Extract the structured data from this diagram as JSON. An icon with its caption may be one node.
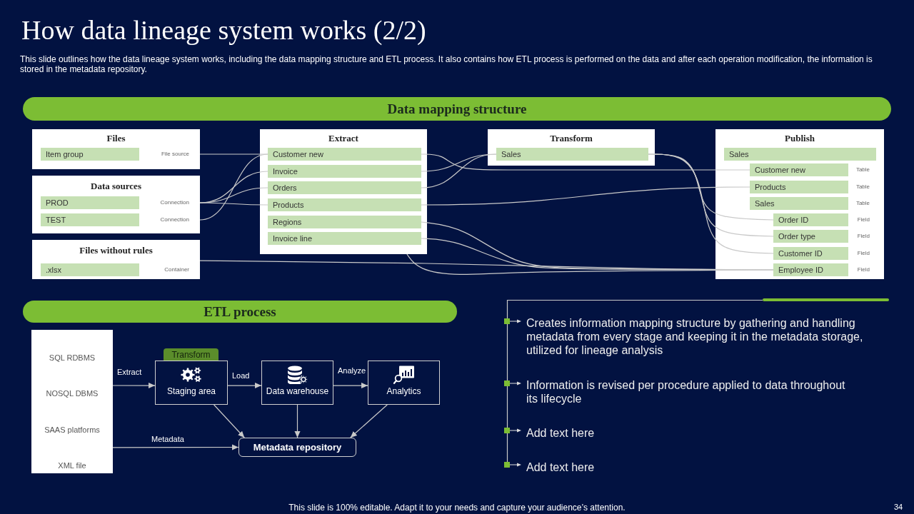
{
  "diagram": {
    "title": "How data lineage system works (2/2)",
    "nodes": [
      {
        "text": [
          "Data mapping structure"
        ]
      },
      {
        "text": [
          "Files"
        ]
      },
      {
        "text": [
          "Item group",
          "File source"
        ],
        "in": 1
      },
      {
        "text": [
          "Data sources"
        ]
      },
      {
        "text": [
          "PROD",
          "Connection"
        ],
        "in": 3
      },
      {
        "text": [
          "TEST",
          "Connection"
        ],
        "in": 3
      },
      {
        "text": [
          "Files without rules"
        ]
      },
      {
        "text": [
          ".xlsx",
          "Container"
        ],
        "in": 6
      },
      {
        "text": [
          "Extract"
        ]
      },
      {
        "text": [
          "Customer new"
        ],
        "in": 8
      },
      {
        "text": [
          "Invoice"
        ],
        "in": 8
      },
      {
        "text": [
          "Orders"
        ],
        "in": 8
      },
      {
        "text": [
          "Products"
        ],
        "in": 8
      },
      {
        "text": [
          "Regions"
        ],
        "in": 8
      },
      {
        "text": [
          "Invoice line"
        ],
        "in": 8
      },
      {
        "text": [
          "Transform"
        ]
      },
      {
        "text": [
          "Sales"
        ],
        "in": 15
      },
      {
        "text": [
          "Publish"
        ]
      },
      {
        "text": [
          "Sales"
        ],
        "in": 17
      },
      {
        "text": [
          "Customer new",
          "Table"
        ],
        "in": 17
      },
      {
        "text": [
          "Products",
          "Table"
        ],
        "in": 17
      },
      {
        "text": [
          "Sales",
          "Table"
        ],
        "in": 17
      },
      {
        "text": [
          "Order ID",
          "Field"
        ],
        "in": 17
      },
      {
        "text": [
          "Order type",
          "Field"
        ],
        "in": 17
      },
      {
        "text": [
          "Customer ID",
          "Field"
        ],
        "in": 17
      },
      {
        "text": [
          "Employee ID",
          "Field"
        ],
        "in": 17
      },
      {
        "text": [
          "ETL process"
        ]
      },
      {
        "text": [
          "SQL RDBMS",
          "NOSQL DBMS",
          "SAAS platforms",
          "XML file"
        ]
      },
      {
        "text": [
          "Transform"
        ]
      },
      {
        "text": [
          "Staging area"
        ]
      },
      {
        "text": [
          "Data warehouse"
        ]
      },
      {
        "text": [
          "Analytics"
        ]
      },
      {
        "text": [
          "Metadata repository"
        ]
      }
    ],
    "edges": [
      {
        "from": 2,
        "to": 9,
        "arrow": "none"
      },
      {
        "from": 5,
        "to": 9,
        "arrow": "none"
      },
      {
        "from": 4,
        "to": 10,
        "arrow": "none"
      },
      {
        "from": 4,
        "to": 11,
        "arrow": "none"
      },
      {
        "from": 4,
        "to": 12,
        "arrow": "none"
      },
      {
        "from": 9,
        "to": 19,
        "arrow": "none"
      },
      {
        "from": 10,
        "to": 16,
        "arrow": "none"
      },
      {
        "from": 11,
        "to": 16,
        "arrow": "none"
      },
      {
        "from": 12,
        "to": 20,
        "arrow": "none"
      },
      {
        "from": 13,
        "to": 25,
        "arrow": "none"
      },
      {
        "from": 14,
        "to": 25,
        "arrow": "none"
      },
      {
        "from": 8,
        "to": 25,
        "arrow": "none"
      },
      {
        "from": 6,
        "to": 25,
        "arrow": "none"
      },
      {
        "from": 16,
        "to": 22,
        "arrow": "none"
      },
      {
        "from": 16,
        "to": 23,
        "arrow": "none"
      },
      {
        "from": 16,
        "to": 24,
        "arrow": "none"
      },
      {
        "from": 27,
        "to": 29,
        "arrow": "to",
        "label": "Extract"
      },
      {
        "from": 29,
        "to": 30,
        "arrow": "to",
        "label": "Load"
      },
      {
        "from": 30,
        "to": 31,
        "arrow": "to",
        "label": "Analyze"
      },
      {
        "from": 29,
        "to": 32,
        "arrow": "to"
      },
      {
        "from": 30,
        "to": 32,
        "arrow": "to"
      },
      {
        "from": 31,
        "to": 32,
        "arrow": "to"
      },
      {
        "from": 27,
        "to": 32,
        "arrow": "to",
        "label": "Metadata"
      }
    ],
    "labels": [
      "This slide outlines how the data lineage system works, including the data mapping structure and ETL process. It also contains how ETL process is performed on the data and after each operation modification, the information is stored in the metadata repository.",
      "Creates information mapping structure by gathering and handling metadata from every stage and keeping it in the metadata storage, utilized for lineage analysis",
      "Information is revised per procedure applied to data throughout its lifecycle",
      "Add text here",
      "Add text here",
      "This slide is 100% editable. Adapt it to your needs and capture your audience’s attention.",
      "34"
    ]
  }
}
